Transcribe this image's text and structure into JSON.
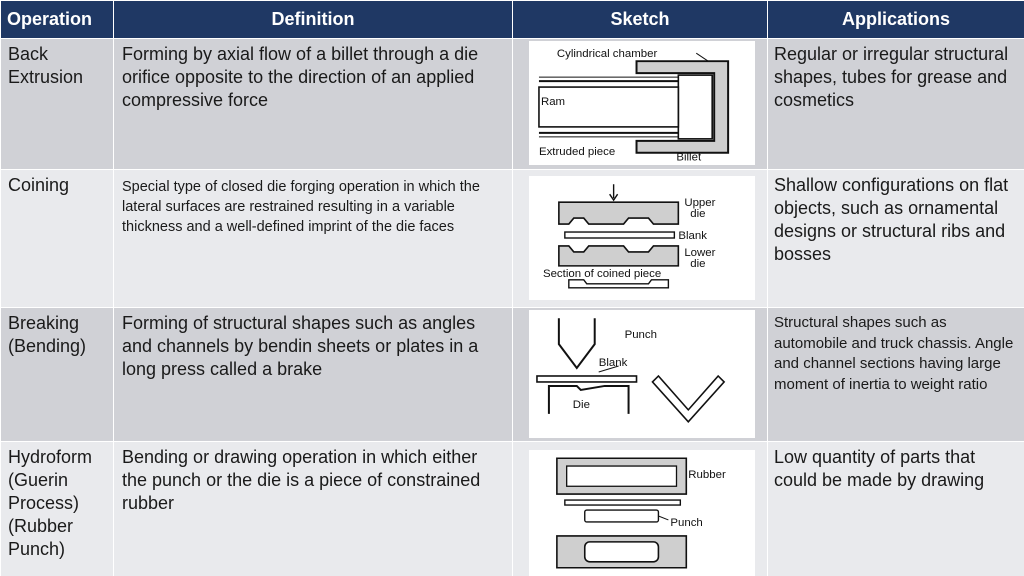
{
  "headers": {
    "operation": "Operation",
    "definition": "Definition",
    "sketch": "Sketch",
    "applications": "Applications"
  },
  "rows": [
    {
      "operation": "Back Extrusion",
      "definition": "Forming by axial flow of a billet through a die orifice opposite to the direction of an applied compressive force",
      "applications": "Regular or irregular structural shapes, tubes for grease and cosmetics",
      "sketch": {
        "label_chamber": "Cylindrical chamber",
        "label_ram": "Ram",
        "label_extruded": "Extruded piece",
        "label_billet": "Billet"
      }
    },
    {
      "operation": "Coining",
      "definition": "Special type of closed die forging operation in which the lateral surfaces are restrained resulting in a variable thickness and a well-defined imprint of the die faces",
      "applications": "Shallow configurations on flat objects, such as ornamental designs or structural ribs and bosses",
      "sketch": {
        "label_upper": "Upper",
        "label_upper2": "die",
        "label_blank": "Blank",
        "label_lower": "Lower",
        "label_lower2": "die",
        "label_section": "Section of coined piece"
      }
    },
    {
      "operation": "Breaking (Bending)",
      "definition": "Forming of structural shapes such as angles and channels by bendin sheets or plates in a long press called a brake",
      "applications": "Structural shapes such as automobile and truck chassis. Angle and channel sections having large moment of inertia to weight ratio",
      "sketch": {
        "label_punch": "Punch",
        "label_blank": "Blank",
        "label_die": "Die"
      }
    },
    {
      "operation": "Hydroform (Guerin Process) (Rubber Punch)",
      "definition": "Bending or drawing operation in which either the punch or the die is a piece of constrained rubber",
      "applications": "Low quantity of parts that could be made by drawing",
      "sketch": {
        "label_rubber": "Rubber",
        "label_punch": "Punch"
      }
    }
  ],
  "colors": {
    "header_bg": "#1f3864",
    "header_text": "#ffffff",
    "row_dark": "#d0d1d6",
    "row_light": "#e9eaed"
  }
}
